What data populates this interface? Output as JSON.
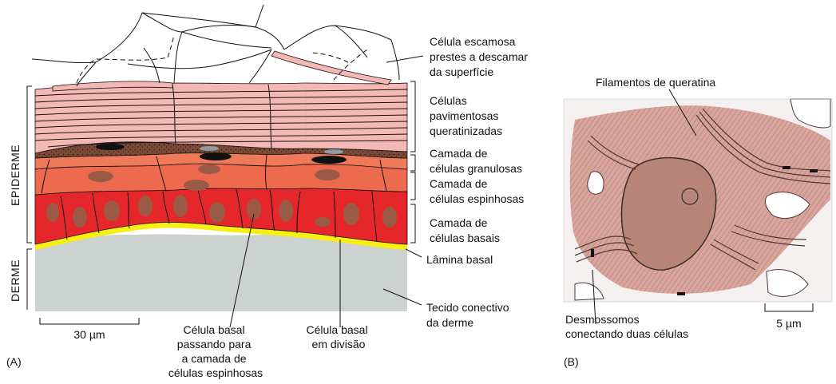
{
  "panel_a": {
    "panel_label": "(A)",
    "side_labels": {
      "epidermis": "EPIDERME",
      "dermis": "DERME"
    },
    "scale_bar": "30 µm",
    "labels": {
      "squamous": [
        "Célula escamosa",
        "prestes a descamar",
        "da superfície"
      ],
      "keratinized": [
        "Células",
        "pavimentosas",
        "queratinizadas"
      ],
      "granular": [
        "Camada de",
        "células granulosas"
      ],
      "spinous": [
        "Camada de",
        "células espinhosas"
      ],
      "basal": [
        "Camada de",
        "células basais"
      ],
      "basal_lamina": [
        "Lâmina basal"
      ],
      "connective": [
        "Tecido conectivo",
        "da derme"
      ],
      "basal_moving": [
        "Célula basal",
        "passando para",
        "a camada de",
        "células espinhosas"
      ],
      "basal_dividing": [
        "Célula basal",
        "em divisão"
      ]
    },
    "colors": {
      "keratinized": "#f4b8b4",
      "granular": "#7a4a36",
      "spinous": "#ee6a4e",
      "basal": "#e5262a",
      "nucleus": "#9b5a45",
      "basal_lamina": "#f6ee14",
      "dermis": "#ccd2cf"
    }
  },
  "panel_b": {
    "panel_label": "(B)",
    "labels": {
      "filaments": [
        "Filamentos de queratina"
      ],
      "desmosomes": [
        "Desmossomos",
        "conectando duas células"
      ]
    },
    "scale_bar": "5 µm",
    "colors": {
      "cytoplasm": "#d9a49c",
      "nucleus": "#b88478",
      "fibers": "#4d3a36"
    }
  }
}
